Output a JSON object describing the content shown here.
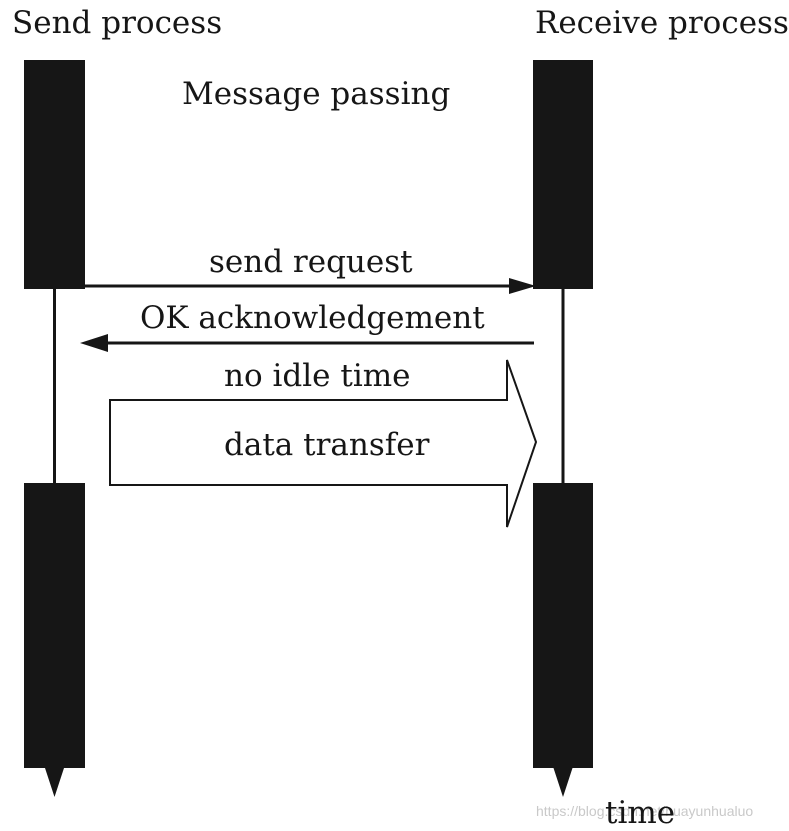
{
  "diagram": {
    "send_process_label": "Send process",
    "receive_process_label": "Receive process",
    "heading": "Message passing",
    "send_request_label": "send request",
    "ack_label": "OK acknowledgement",
    "no_idle_label": "no idle time",
    "data_transfer_label": "data transfer",
    "time_label": "time",
    "watermark": "https://blog.csdn.net/huayunhualuo",
    "colors": {
      "block": "#161616",
      "line": "#161616",
      "background": "#ffffff",
      "watermark": "#c9c9c9"
    }
  }
}
